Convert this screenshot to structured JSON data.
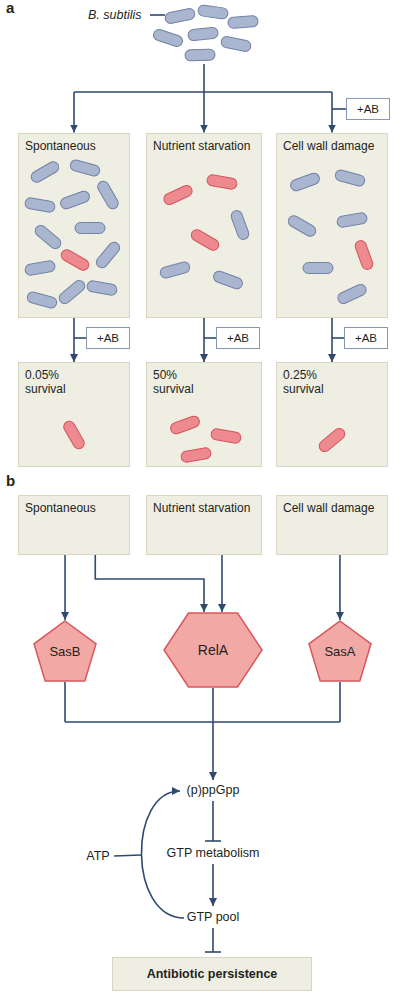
{
  "diagram": {
    "nodes": [
      {
        "text": [
          "+AB"
        ]
      },
      {
        "text": [
          "Spontaneous"
        ]
      },
      {
        "text": [
          "Nutrient starvation"
        ]
      },
      {
        "text": [
          "Cell wall damage"
        ]
      },
      {
        "text": [
          "+AB"
        ]
      },
      {
        "text": [
          "+AB"
        ]
      },
      {
        "text": [
          "+AB"
        ]
      },
      {
        "text": [
          "0.05% survival"
        ]
      },
      {
        "text": [
          "50% survival"
        ]
      },
      {
        "text": [
          "0.25% survival"
        ]
      },
      {
        "text": [
          "Spontaneous"
        ]
      },
      {
        "text": [
          "Nutrient starvation"
        ]
      },
      {
        "text": [
          "Cell wall damage"
        ]
      },
      {
        "text": [
          "SasB"
        ]
      },
      {
        "text": [
          "RelA"
        ]
      },
      {
        "text": [
          "SasA"
        ]
      },
      {
        "text": [
          "Antibiotic persistence"
        ]
      }
    ],
    "edges": [
      {
        "from": 1,
        "to": 7,
        "arrow": "to"
      },
      {
        "from": 2,
        "to": 8,
        "arrow": "to"
      },
      {
        "from": 3,
        "to": 9,
        "arrow": "to"
      },
      {
        "from": 10,
        "to": 13,
        "arrow": "to"
      },
      {
        "from": 10,
        "to": 14,
        "arrow": "to"
      },
      {
        "from": 11,
        "to": 14,
        "arrow": "to"
      },
      {
        "from": 12,
        "to": 15,
        "arrow": "to"
      }
    ],
    "labels": [
      "a",
      "B. subtilis",
      "b",
      "(p)ppGpp",
      "GTP metabolism",
      "GTP pool",
      "ATP"
    ]
  }
}
